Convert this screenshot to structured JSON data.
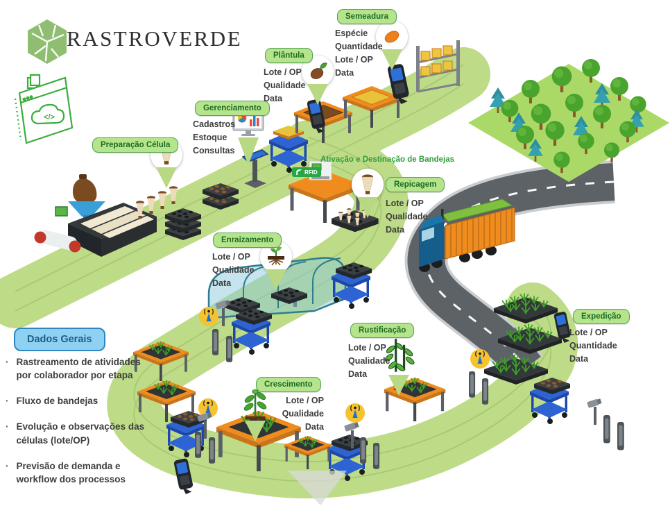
{
  "brand": {
    "name": "RASTROVERDE"
  },
  "icons": {
    "cloud_code": "</>",
    "rfid": "RFID"
  },
  "stages": {
    "preparacao": {
      "label": "Preparação Célula",
      "details": []
    },
    "gerenciamento": {
      "label": "Gerenciamento",
      "details": [
        "Cadastros",
        "Estoque",
        "Consultas"
      ]
    },
    "plantula": {
      "label": "Plântula",
      "details": [
        "Lote / OP",
        "Qualidade",
        "Data"
      ]
    },
    "semeadura": {
      "label": "Semeadura",
      "details": [
        "Espécie",
        "Quantidade",
        "Lote / OP",
        "Data"
      ]
    },
    "ativacao": {
      "label": "Ativação e Destinação de Bandejas"
    },
    "repicagem": {
      "label": "Repicagem",
      "details": [
        "Lote / OP",
        "Qualidade",
        "Data"
      ]
    },
    "enraizamento": {
      "label": "Enraizamento",
      "details": [
        "Lote / OP",
        "Qualidade",
        "Data"
      ]
    },
    "rustificacao": {
      "label": "Rustificação",
      "details": [
        "Lote / OP",
        "Qualidade",
        "Data"
      ]
    },
    "crescimento": {
      "label": "Crescimento",
      "details": [
        "Lote / OP",
        "Qualidade",
        "Data"
      ]
    },
    "expedicao": {
      "label": "Expedição",
      "details": [
        "Lote / OP",
        "Quantidade",
        "Data"
      ]
    }
  },
  "general_data": {
    "title": "Dados Gerais",
    "bullets": [
      "Rastreamento de atividades por colaborador por etapa",
      "Fluxo de bandejas",
      "Evolução e observações das células (lote/OP)",
      "Previsão de demanda e workflow dos processos"
    ]
  },
  "colors": {
    "path_green": "#bedb87",
    "badge_fill": "#b5e48c",
    "badge_border": "#55a355",
    "badge_text": "#1d6b24",
    "general_data_fill": "#8ed1f3",
    "general_data_border": "#2e86c1",
    "annotation_green": "#2e9e3e",
    "road_gray": "#5d6266",
    "table_orange": "#f08c1e",
    "cart_blue": "#2e63d4"
  }
}
